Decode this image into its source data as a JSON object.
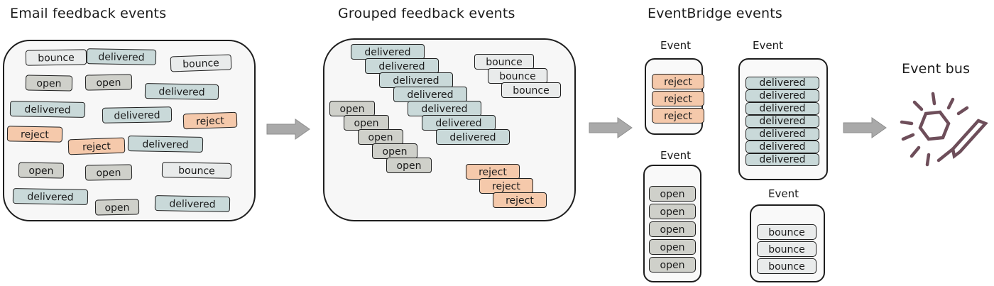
{
  "headings": {
    "email": "Email feedback events",
    "grouped": "Grouped feedback events",
    "eventbridge": "EventBridge events",
    "bus": "Event bus"
  },
  "email_events": [
    {
      "type": "bounce",
      "label": "bounce"
    },
    {
      "type": "delivered",
      "label": "delivered"
    },
    {
      "type": "bounce",
      "label": "bounce"
    },
    {
      "type": "open",
      "label": "open"
    },
    {
      "type": "open",
      "label": "open"
    },
    {
      "type": "delivered",
      "label": "delivered"
    },
    {
      "type": "delivered",
      "label": "delivered"
    },
    {
      "type": "delivered",
      "label": "delivered"
    },
    {
      "type": "reject",
      "label": "reject"
    },
    {
      "type": "reject",
      "label": "reject"
    },
    {
      "type": "reject",
      "label": "reject"
    },
    {
      "type": "delivered",
      "label": "delivered"
    },
    {
      "type": "open",
      "label": "open"
    },
    {
      "type": "open",
      "label": "open"
    },
    {
      "type": "bounce",
      "label": "bounce"
    },
    {
      "type": "delivered",
      "label": "delivered"
    },
    {
      "type": "open",
      "label": "open"
    },
    {
      "type": "delivered",
      "label": "delivered"
    }
  ],
  "grouped_events": {
    "delivered": [
      "delivered",
      "delivered",
      "delivered",
      "delivered",
      "delivered",
      "delivered",
      "delivered"
    ],
    "bounce": [
      "bounce",
      "bounce",
      "bounce"
    ],
    "open": [
      "open",
      "open",
      "open",
      "open",
      "open"
    ],
    "reject": [
      "reject",
      "reject",
      "reject"
    ]
  },
  "eventbridge_events": [
    {
      "label": "Event",
      "type": "reject",
      "items": [
        "reject",
        "reject",
        "reject"
      ]
    },
    {
      "label": "Event",
      "type": "delivered",
      "items": [
        "delivered",
        "delivered",
        "delivered",
        "delivered",
        "delivered",
        "delivered",
        "delivered"
      ]
    },
    {
      "label": "Event",
      "type": "open",
      "items": [
        "open",
        "open",
        "open",
        "open",
        "open"
      ]
    },
    {
      "label": "Event",
      "type": "bounce",
      "items": [
        "bounce",
        "bounce",
        "bounce"
      ]
    }
  ],
  "colors": {
    "delivered": "#c9d9d9",
    "bounce": "#e9ebeb",
    "open": "#cfd0ca",
    "reject": "#f5c9ab",
    "arrow": "#a9a9a9",
    "bus_icon": "#6e4e5a"
  },
  "icons": {
    "flow_arrow": "right-arrow-icon",
    "bus": "event-bus-icon"
  }
}
